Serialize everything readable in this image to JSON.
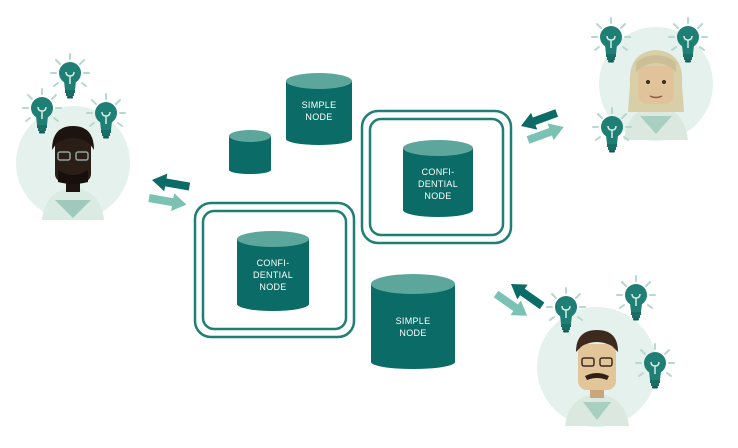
{
  "nodes": {
    "simple_top": {
      "lines": [
        "SIMPLE",
        "NODE"
      ]
    },
    "simple_small": {
      "lines": []
    },
    "confidential_right": {
      "lines": [
        "CONFI-",
        "DENTIAL",
        "NODE"
      ]
    },
    "confidential_left": {
      "lines": [
        "CONFI-",
        "DENTIAL",
        "NODE"
      ]
    },
    "simple_bottom": {
      "lines": [
        "SIMPLE",
        "NODE"
      ]
    }
  },
  "colors": {
    "teal_dark": "#0b6b66",
    "teal_top": "#5da69b",
    "teal_light": "#7cc2b4",
    "circle_bg": "#e4f1ec",
    "bulb_body": "#1f7f75",
    "bulb_ray": "#b6d9cf"
  },
  "icons": [
    "lightbulb-icon",
    "person-avatar-icon",
    "arrow-left-icon",
    "arrow-right-icon"
  ]
}
